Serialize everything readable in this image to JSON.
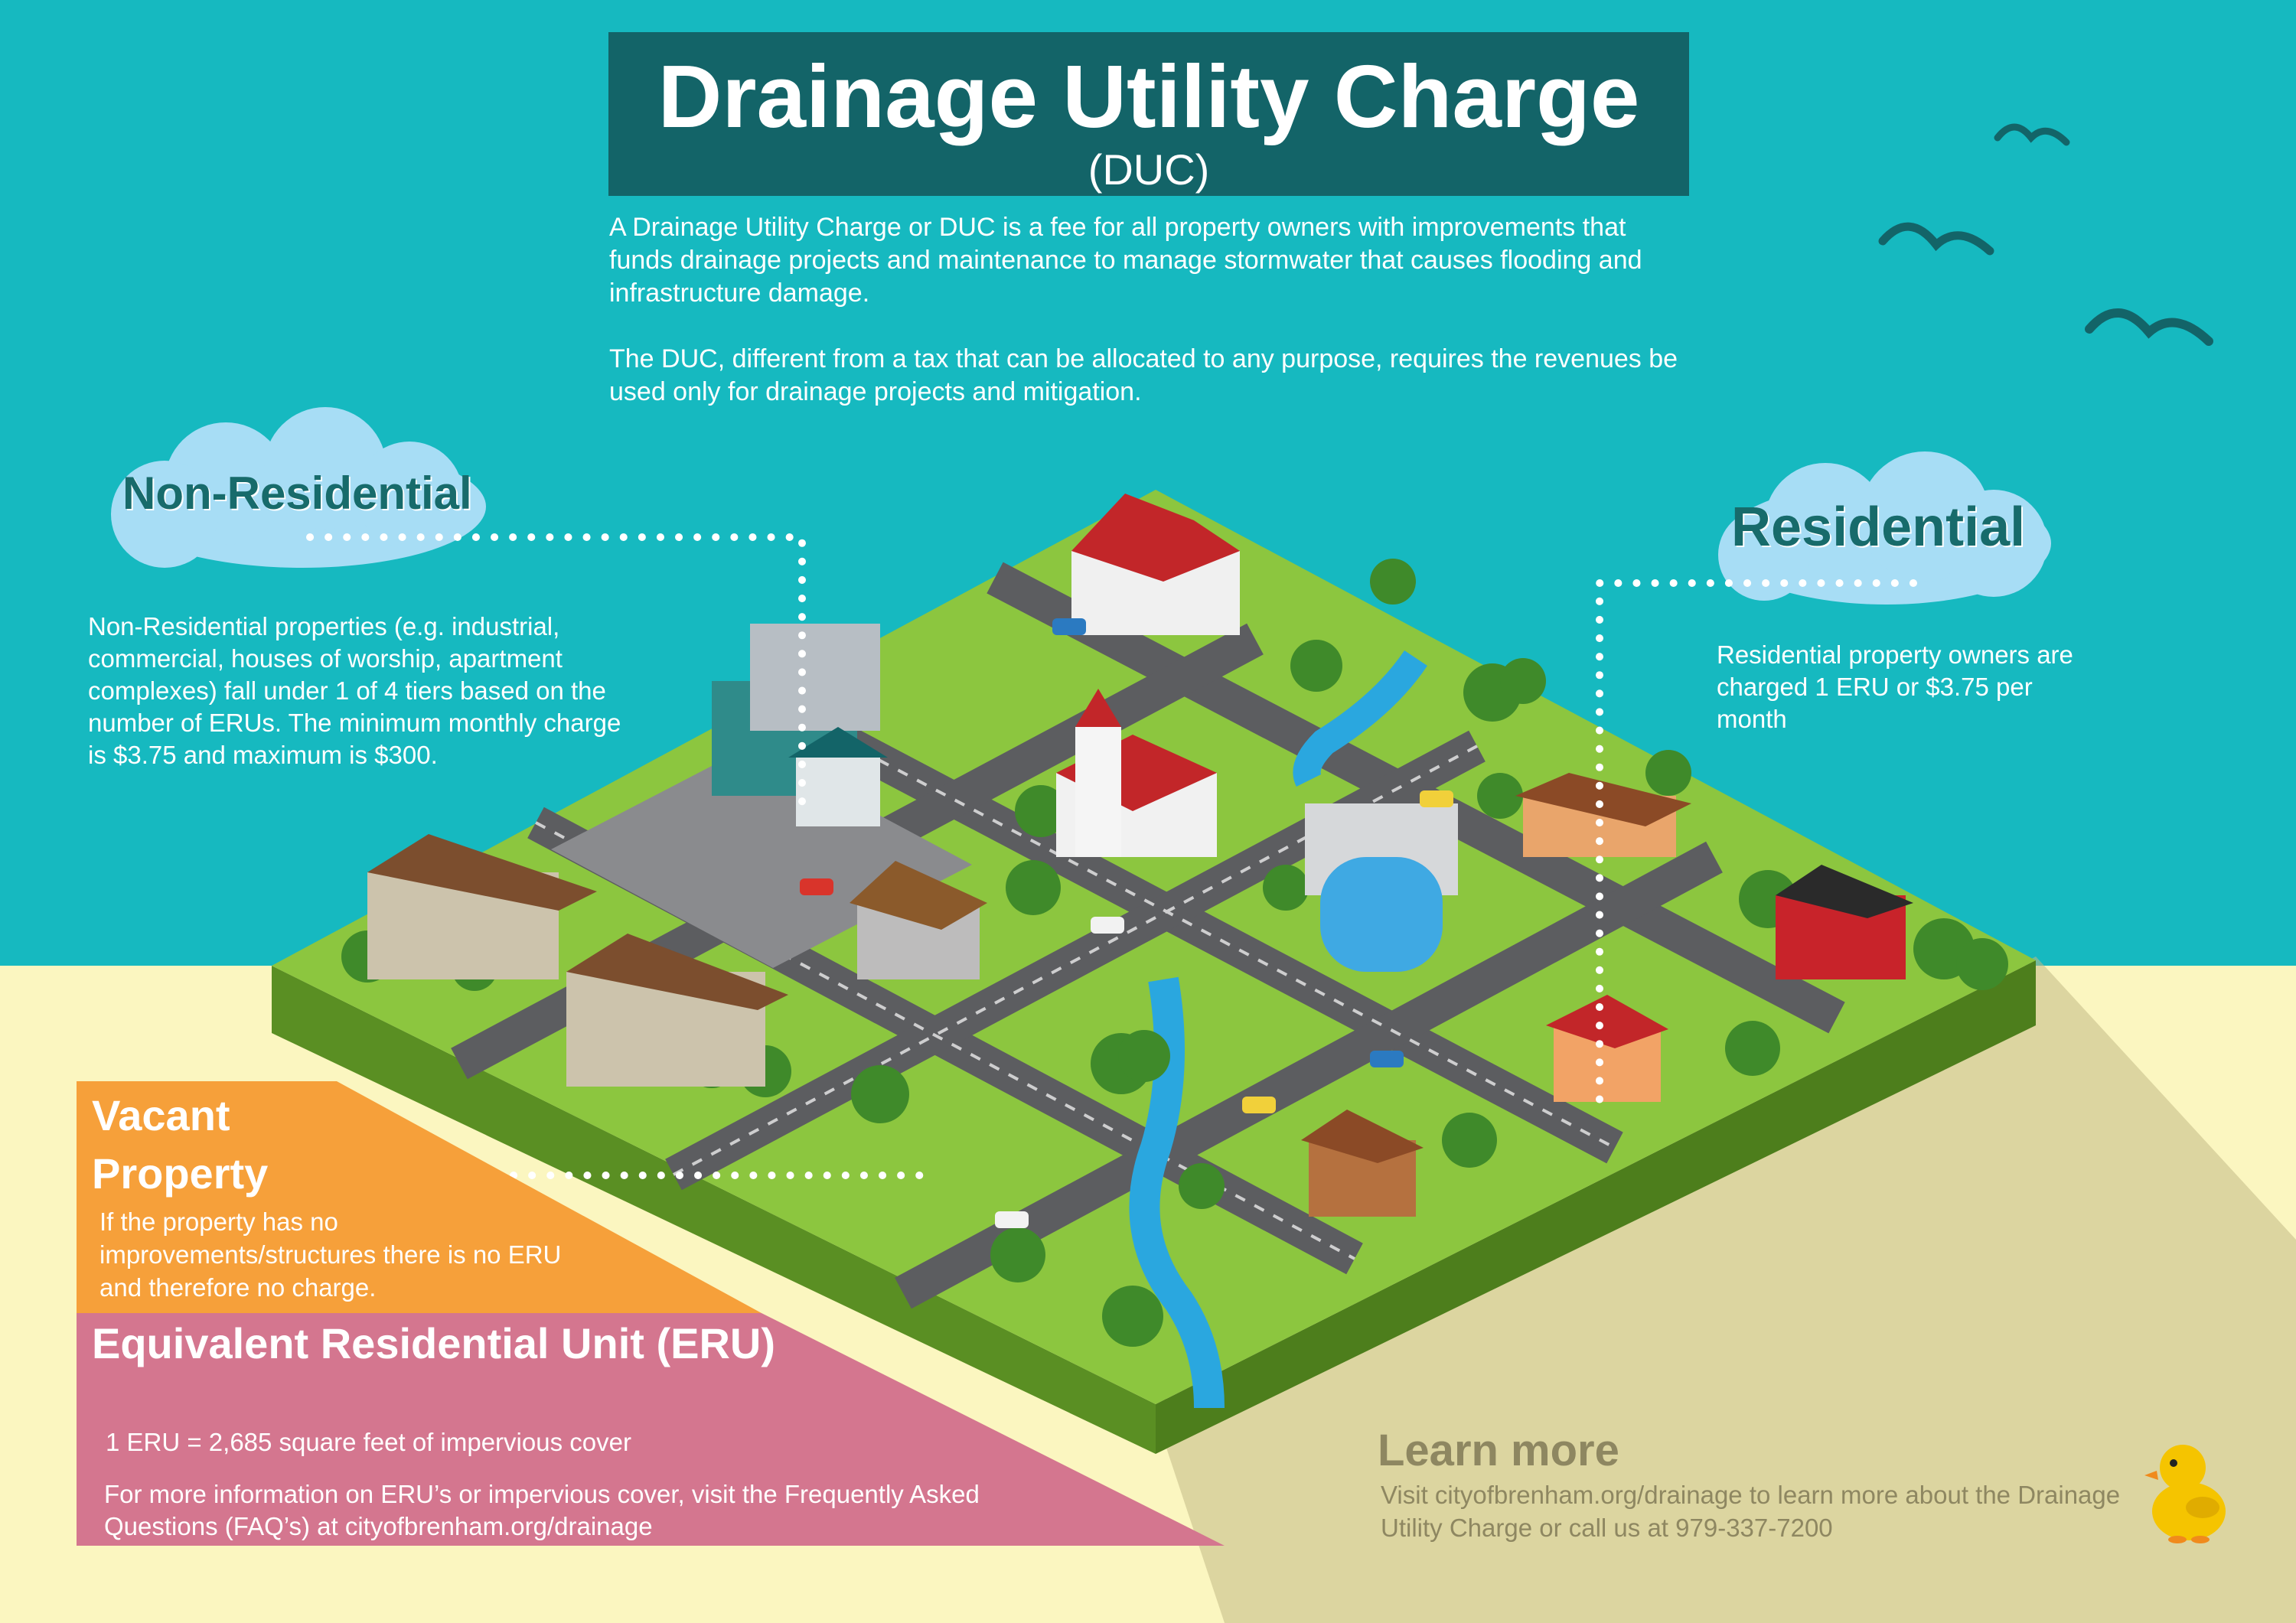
{
  "title": {
    "main": "Drainage Utility Charge",
    "sub": "(DUC)"
  },
  "intro": {
    "para1": "A Drainage Utility Charge or DUC is a fee for all property owners with improvements that funds drainage projects and maintenance to manage stormwater that causes flooding and infrastructure damage.",
    "para2": "The DUC, different from a tax that can be allocated to any purpose, requires the revenues be used only for drainage projects and mitigation."
  },
  "non_residential": {
    "label": "Non-Residential",
    "text": "Non-Residential properties (e.g. industrial, commercial, houses of worship, apartment complexes) fall under 1 of 4 tiers based on the number of ERUs. The minimum monthly charge is $3.75 and maximum is $300."
  },
  "residential": {
    "label": "Residential",
    "text": "Residential property owners are charged 1 ERU or $3.75 per month"
  },
  "vacant": {
    "title": "Vacant Property",
    "text": "If the property has no improvements/structures there is no ERU and therefore no charge."
  },
  "eru": {
    "title": "Equivalent Residential Unit (ERU)",
    "definition": "1 ERU = 2,685 square feet of impervious cover",
    "more": "For more information on ERU’s or impervious cover, visit the Frequently Asked Questions (FAQ’s) at cityofbrenham.org/drainage"
  },
  "learn_more": {
    "title": "Learn more",
    "text": "Visit cityofbrenham.org/drainage to learn more about the Drainage Utility Charge or call us at 979-337-7200"
  },
  "colors": {
    "sky": "#16b9c0",
    "sand": "#fbf6c0",
    "title_bg": "#136468",
    "cloud": "#a7ddf5",
    "vacant": "#f6a03a",
    "eru": "#d4768f",
    "grass": "#8cc63f",
    "road": "#5c5d60"
  }
}
